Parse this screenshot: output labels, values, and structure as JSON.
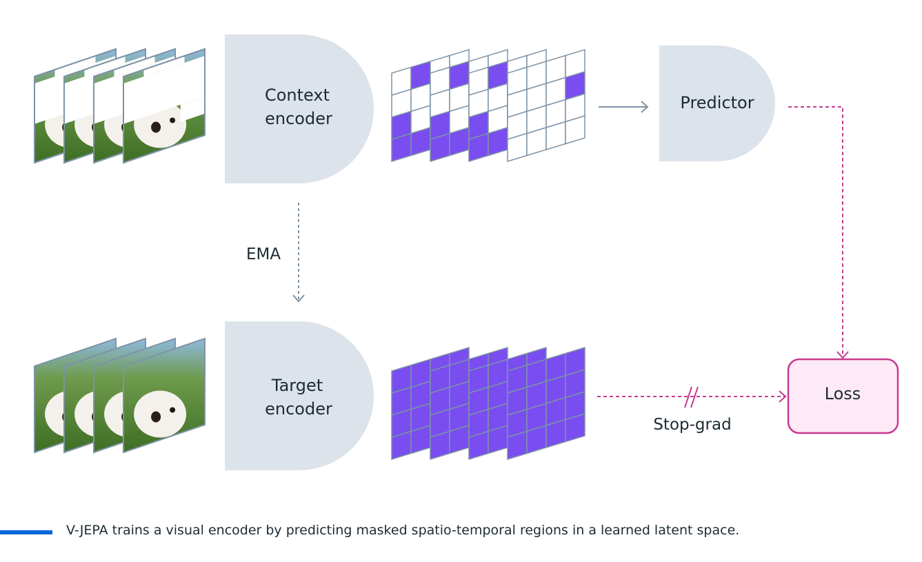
{
  "blocks": {
    "context_encoder": {
      "line1": "Context",
      "line2": "encoder"
    },
    "target_encoder": {
      "line1": "Target",
      "line2": "encoder"
    },
    "predictor": "Predictor",
    "loss": "Loss"
  },
  "edges": {
    "ema": "EMA",
    "stop_grad": "Stop-grad"
  },
  "caption": "V-JEPA trains a visual encoder by predicting masked spatio-temporal regions in a learned latent space.",
  "colors": {
    "block_fill": "#dde3ea",
    "token_fill": "#7a4df0",
    "grid_stroke": "#7d93a6",
    "arrow_gray": "#7d93a6",
    "loss_stroke": "#c8398f",
    "loss_fill": "#fdeaf6",
    "caption_bar": "#0866d8",
    "text": "#1c2b33"
  },
  "mask_pattern": [
    [
      0,
      1,
      0,
      0
    ],
    [
      0,
      0,
      0,
      0
    ],
    [
      1,
      0,
      0,
      0
    ],
    [
      1,
      1,
      0,
      0
    ]
  ],
  "mask_pattern_last": [
    [
      0,
      0,
      0,
      0
    ],
    [
      0,
      0,
      0,
      1
    ],
    [
      0,
      0,
      0,
      0
    ],
    [
      0,
      0,
      0,
      0
    ]
  ]
}
